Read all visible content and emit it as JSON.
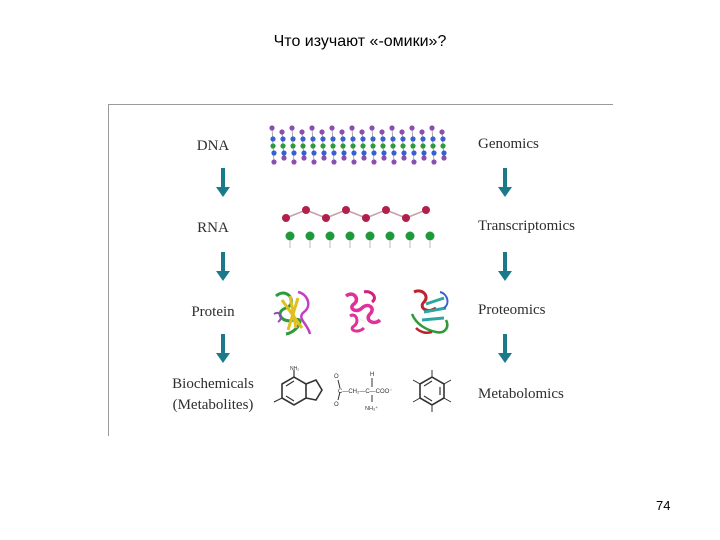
{
  "title": "Что изучают «-омики»?",
  "levels": [
    {
      "molecule": "DNA",
      "omics": "Genomics"
    },
    {
      "molecule": "RNA",
      "omics": "Transcriptomics"
    },
    {
      "molecule": "Protein",
      "omics": "Proteomics"
    },
    {
      "molecule_line1": "Biochemicals",
      "molecule_line2": "(Metabolites)",
      "omics": "Metabolomics"
    }
  ],
  "chem_labels": {
    "nh2": "NH₂",
    "amino_acid": "C—CH₂—C—COO⁻",
    "nh3": "NH₃⁺",
    "o": "O",
    "h": "H"
  },
  "colors": {
    "arrow": "#1a7a8a",
    "dna_purple": "#8a4fb0",
    "dna_blue": "#3a5fd0",
    "dna_green": "#2f9a3a",
    "rna_red": "#b0204a",
    "rna_green": "#1f9a3a",
    "protein_magenta": "#e0309a"
  },
  "page_number": "74"
}
